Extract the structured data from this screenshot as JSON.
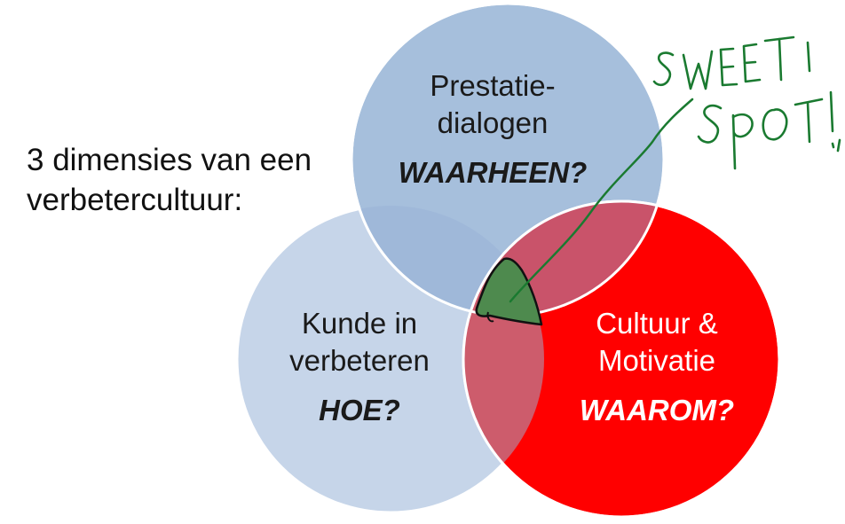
{
  "intro": {
    "line1": "3 dimensies van een",
    "line2": "verbetercultuur:"
  },
  "circles": {
    "top": {
      "line1": "Prestatie-",
      "line2": "dialogen",
      "question": "WAARHEEN?",
      "color": "#a6bfdc"
    },
    "left": {
      "line1": "Kunde in",
      "line2": "verbeteren",
      "question": "HOE?",
      "color": "#c6d5e9"
    },
    "right": {
      "line1": "Cultuur &",
      "line2": "Motivatie",
      "question": "WAAROM?",
      "color": "#ff0000"
    }
  },
  "overlaps": {
    "top_left": "#9fb8d9",
    "left_right": "#cd5c6c",
    "top_right": "#c9536a"
  },
  "annotation": {
    "text": "SWEET SPOT!",
    "ink_color": "#1a7a30",
    "fill_color": "#4e8a4e"
  }
}
